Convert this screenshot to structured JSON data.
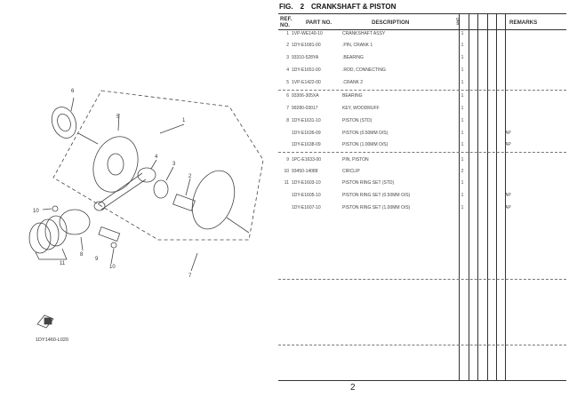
{
  "header": {
    "fig_label": "FIG.",
    "fig_number": "2",
    "title": "CRANKSHAFT & PISTON"
  },
  "columns": {
    "ref": "REF. NO.",
    "part": "PART NO.",
    "desc": "DESCRIPTION",
    "qty": "UNIT",
    "remarks": "REMARKS"
  },
  "rows": [
    {
      "ref": "1",
      "part": "1VP-WE140-10",
      "desc": "CRANKSHAFT ASSY",
      "qty": "1",
      "remarks": ""
    },
    {
      "ref": "2",
      "part": "1DY-E1681-00",
      "desc": ".PIN, CRANK 1",
      "qty": "1",
      "remarks": ""
    },
    {
      "ref": "3",
      "part": "93310-528YA",
      "desc": ".BEARING",
      "qty": "1",
      "remarks": ""
    },
    {
      "ref": "4",
      "part": "1DY-E1651-00",
      "desc": ".ROD, CONNECTING",
      "qty": "1",
      "remarks": ""
    },
    {
      "ref": "5",
      "part": "1VP-E1422-00",
      "desc": ".CRANK 2",
      "qty": "1",
      "remarks": ""
    },
    {
      "ref": "6",
      "part": "93306-305XA",
      "desc": "BEARING",
      "qty": "1",
      "remarks": ""
    },
    {
      "ref": "7",
      "part": "99280-03017",
      "desc": "KEY, WOODRUFF",
      "qty": "1",
      "remarks": ""
    },
    {
      "ref": "8",
      "part": "1DY-E1631-10",
      "desc": "PISTON (STD)",
      "qty": "1",
      "remarks": ""
    },
    {
      "ref": "",
      "part": "1DY-E1636-09",
      "desc": "PISTON (0.50MM O/S)",
      "qty": "1",
      "remarks": "AP"
    },
    {
      "ref": "",
      "part": "1DY-E1638-09",
      "desc": "PISTON (1.00MM O/S)",
      "qty": "1",
      "remarks": "AP"
    },
    {
      "ref": "9",
      "part": "1PC-E1633-00",
      "desc": "PIN, PISTON",
      "qty": "1",
      "remarks": ""
    },
    {
      "ref": "10",
      "part": "93450-14088",
      "desc": "CIRCLIP",
      "qty": "2",
      "remarks": ""
    },
    {
      "ref": "11",
      "part": "1DY-E1603-10",
      "desc": "PISTON RING SET (STD)",
      "qty": "1",
      "remarks": ""
    },
    {
      "ref": "",
      "part": "1DY-E1605-10",
      "desc": "PISTON RING SET (0.50MM O/S)",
      "qty": "1",
      "remarks": "AP"
    },
    {
      "ref": "",
      "part": "1DY-E1607-10",
      "desc": "PISTON RING SET (1.00MM O/S)",
      "qty": "1",
      "remarks": "AP"
    }
  ],
  "diagram": {
    "callouts": [
      "1",
      "2",
      "3",
      "4",
      "5",
      "6",
      "7",
      "8",
      "9",
      "10",
      "10",
      "11"
    ],
    "code": "1DY1460-L020"
  },
  "page_number": "2"
}
